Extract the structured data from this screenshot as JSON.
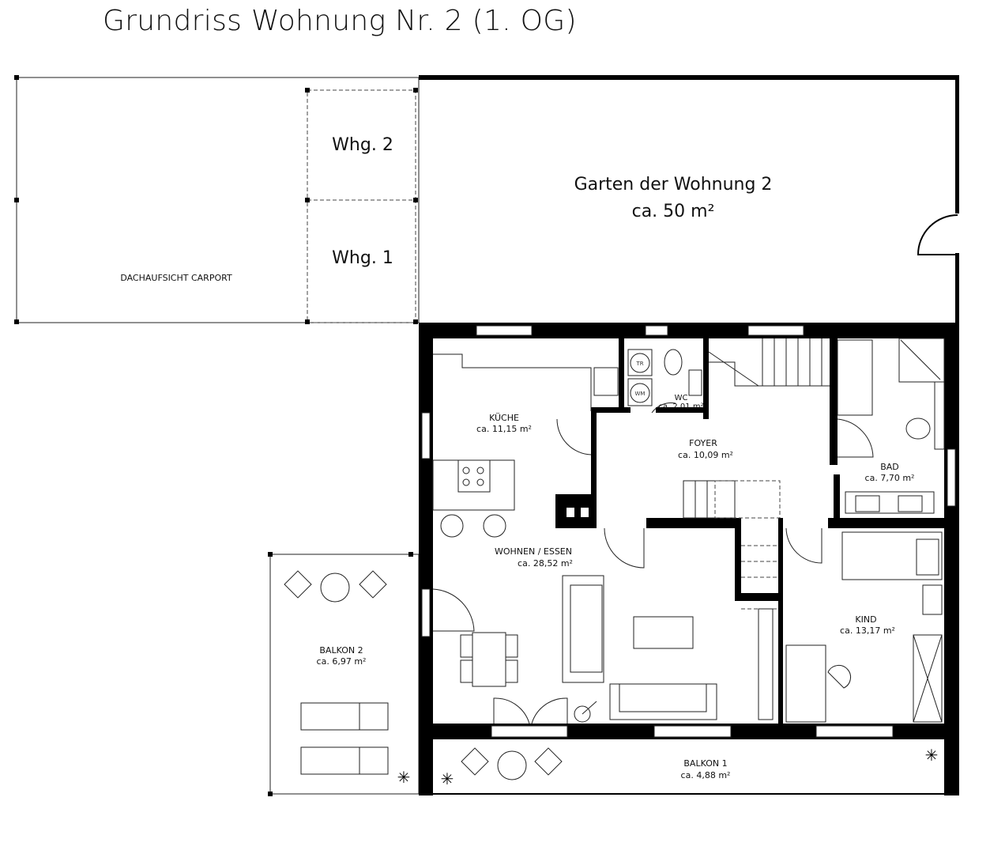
{
  "title": "Grundriss Wohnung Nr. 2 (1. OG)",
  "carport": {
    "label": "DACHAUFSICHT CARPORT",
    "space_2": "Whg. 2",
    "space_1": "Whg. 1"
  },
  "garden": {
    "name": "Garten der Wohnung 2",
    "area": "ca. 50 m²"
  },
  "rooms": [
    {
      "name": "KÜCHE",
      "area": "ca. 11,15 m²"
    },
    {
      "name": "WC",
      "area": "ca. 2,01 m²"
    },
    {
      "name": "FOYER",
      "area": "ca. 10,09 m²"
    },
    {
      "name": "BAD",
      "area": "ca. 7,70 m²"
    },
    {
      "name": "WOHNEN / ESSEN",
      "area": "ca. 28,52 m²"
    },
    {
      "name": "KIND",
      "area": "ca. 13,17 m²"
    },
    {
      "name": "BALKON 2",
      "area": "ca. 6,97 m²"
    },
    {
      "name": "BALKON 1",
      "area": "ca. 4,88 m²"
    }
  ],
  "fixtures": {
    "dryer": "TR",
    "washer": "WM"
  }
}
